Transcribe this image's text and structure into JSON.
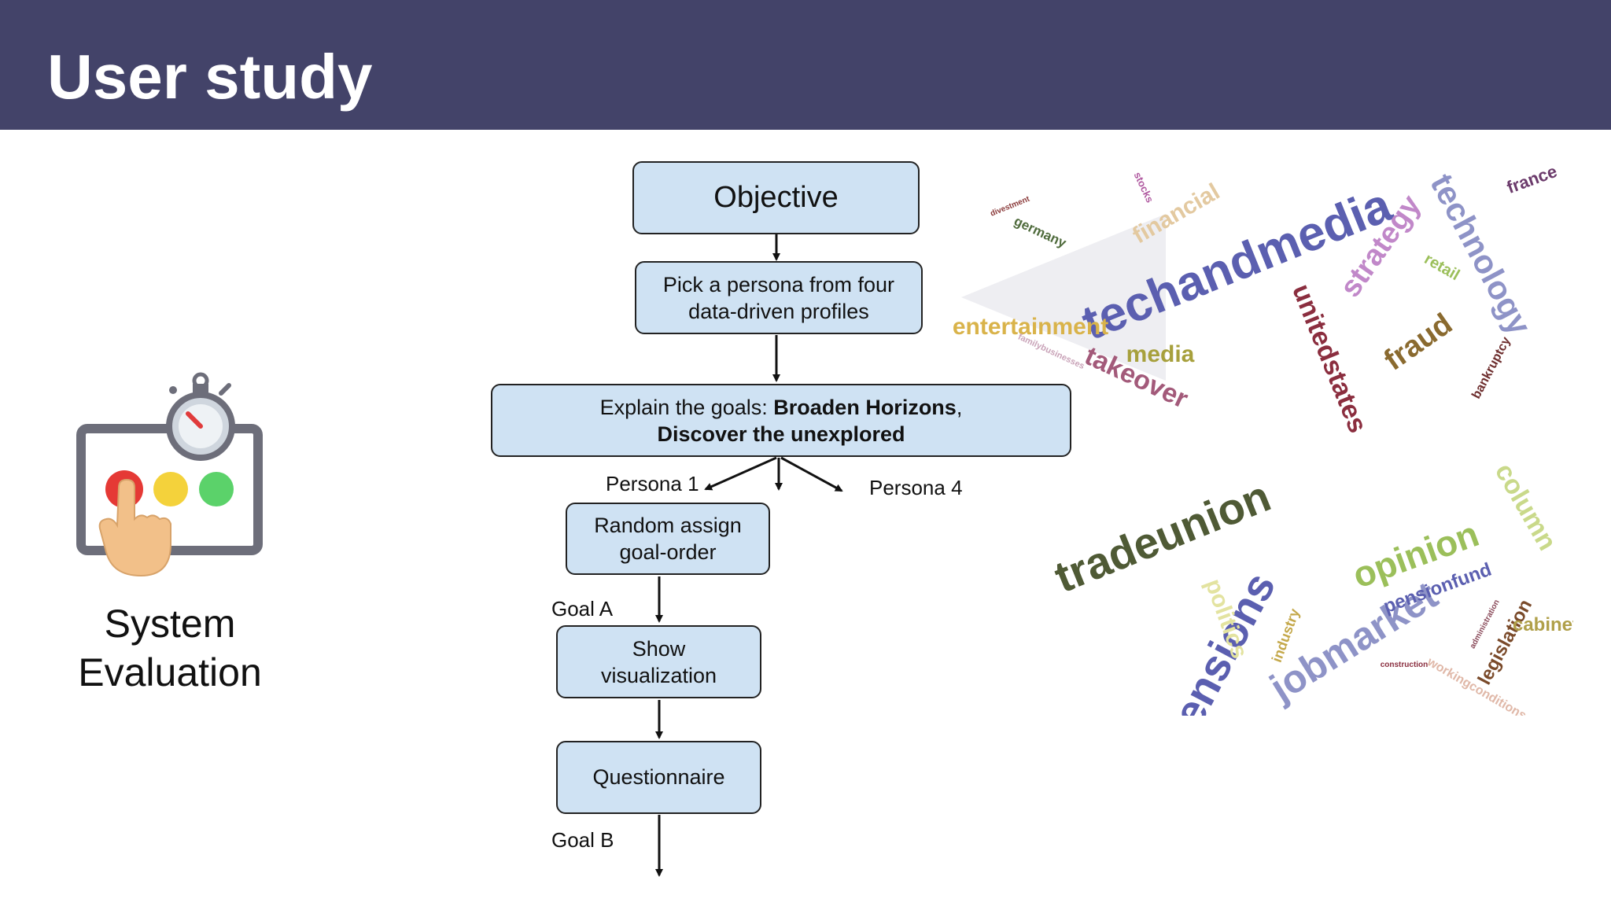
{
  "header": {
    "title": "User study"
  },
  "system": {
    "label": "System\nEvaluation",
    "icon": "stopwatch-touchscreen-icon"
  },
  "flow": {
    "objective": "Objective",
    "persona_pick": "Pick a persona from four\ndata-driven profiles",
    "goals_prefix": "Explain the goals: ",
    "goals_bold_1": "Broaden Horizons",
    "goals_comma": ",",
    "goals_bold_2": "Discover the unexplored",
    "persona1": "Persona 1",
    "persona4": "Persona 4",
    "random_assign": "Random assign\ngoal-order",
    "goal_a": "Goal A",
    "show_vis": "Show\nvisualization",
    "questionnaire": "Questionnaire",
    "goal_b": "Goal B"
  },
  "wordcloud_top": [
    {
      "text": "techandmedia",
      "color": "#5b5fb0"
    },
    {
      "text": "technology",
      "color": "#8e93c7"
    },
    {
      "text": "strategy",
      "color": "#c188c9"
    },
    {
      "text": "unitedstates",
      "color": "#8b2e3f"
    },
    {
      "text": "entertainment",
      "color": "#d9b34a"
    },
    {
      "text": "media",
      "color": "#a7a03c"
    },
    {
      "text": "takeover",
      "color": "#a35a7a"
    },
    {
      "text": "fraud",
      "color": "#8a6a2f"
    },
    {
      "text": "financial",
      "color": "#e3c9a0"
    },
    {
      "text": "germany",
      "color": "#4f6b3c"
    },
    {
      "text": "france",
      "color": "#6b3a6b"
    },
    {
      "text": "retail",
      "color": "#9bbf5a"
    },
    {
      "text": "bankruptcy",
      "color": "#6d2d2d"
    },
    {
      "text": "stocks",
      "color": "#b05aa0"
    },
    {
      "text": "divestment",
      "color": "#8a3a3a"
    },
    {
      "text": "familybusinesses",
      "color": "#c9a3b8"
    }
  ],
  "wordcloud_bottom": [
    {
      "text": "tradeunion",
      "color": "#4f5a35"
    },
    {
      "text": "pensions",
      "color": "#5b5fb0"
    },
    {
      "text": "jobmarket",
      "color": "#8e93c7"
    },
    {
      "text": "opinion",
      "color": "#9bbf5a"
    },
    {
      "text": "column",
      "color": "#c9d98a"
    },
    {
      "text": "pensionfund",
      "color": "#5b5fb0"
    },
    {
      "text": "legislation",
      "color": "#7a4a2a"
    },
    {
      "text": "cabinet",
      "color": "#b0a04a"
    },
    {
      "text": "politics",
      "color": "#e3e3a0"
    },
    {
      "text": "industry",
      "color": "#c4a84a"
    },
    {
      "text": "workingconditions",
      "color": "#e0b8a8"
    },
    {
      "text": "administration",
      "color": "#8a4a5a"
    },
    {
      "text": "construction",
      "color": "#8a2e3f"
    }
  ],
  "colors": {
    "header_bg": "#434369",
    "box_fill": "#cfe2f3",
    "box_border": "#222222",
    "triangle": "#eeeef2"
  }
}
